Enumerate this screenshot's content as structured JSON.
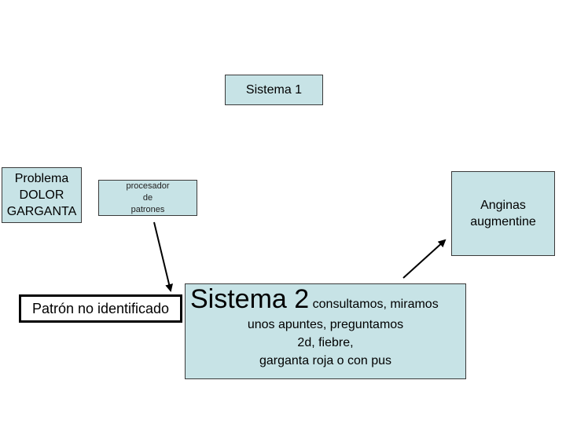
{
  "diagram": {
    "sistema1": "Sistema 1",
    "problema": [
      "Problema",
      "DOLOR",
      "GARGANTA"
    ],
    "procesador": [
      "procesador",
      "de",
      "patrones"
    ],
    "anginas": [
      "Anginas",
      "augmentine"
    ],
    "patron": "Patrón no identificado",
    "sistema2": {
      "title": "Sistema 2",
      "inline": "consultamos, miramos",
      "lines": [
        "unos apuntes, preguntamos",
        "2d, fiebre,",
        "garganta roja o con pus"
      ]
    }
  },
  "colors": {
    "box_fill": "#c7e3e6",
    "border": "#3a3a3a"
  }
}
